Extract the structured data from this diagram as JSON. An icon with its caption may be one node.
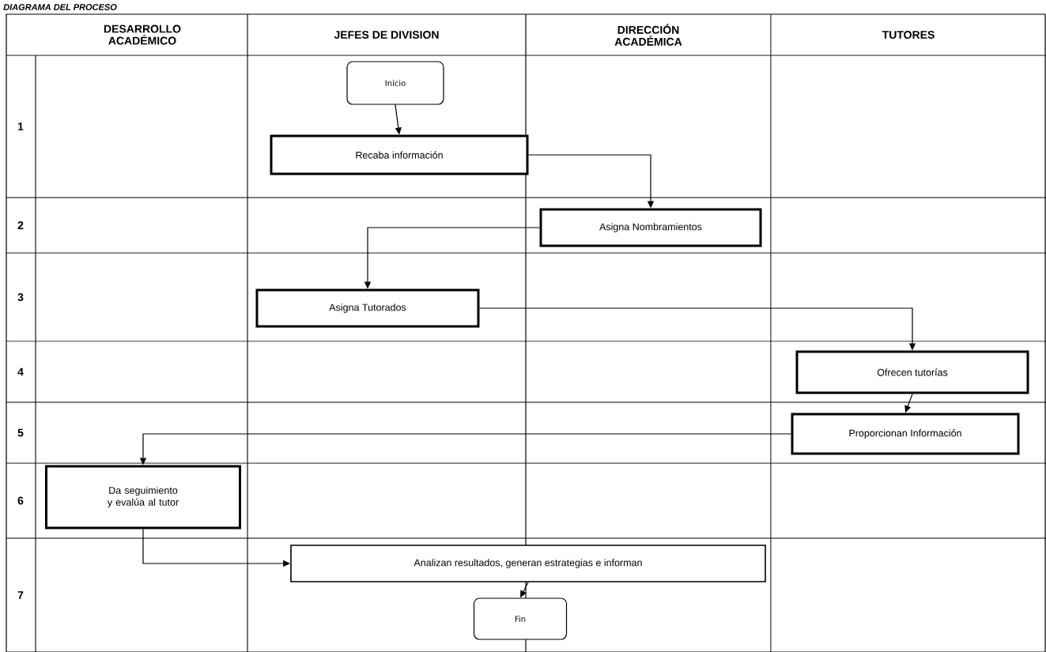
{
  "diagram": {
    "title": "DIAGRAMA DEL PROCESO",
    "nodes": [
      {
        "text": [
          "Inicio"
        ]
      },
      {
        "text": [
          "Recaba información"
        ]
      },
      {
        "text": [
          "Asigna Nombramientos"
        ]
      },
      {
        "text": [
          "Asigna Tutorados"
        ]
      },
      {
        "text": [
          "Ofrecen tutorías"
        ]
      },
      {
        "text": [
          "Proporcionan Información"
        ]
      },
      {
        "text": [
          "Da seguimiento y evalúa al tutor"
        ]
      },
      {
        "text": [
          "Analizan resultados, generan estrategias e informan"
        ]
      },
      {
        "text": [
          "Fin"
        ]
      }
    ],
    "edges": [
      {
        "from": 0,
        "to": 1,
        "arrow": "to"
      },
      {
        "from": 1,
        "to": 2,
        "arrow": "to"
      },
      {
        "from": 2,
        "to": 3,
        "arrow": "to"
      },
      {
        "from": 3,
        "to": 4,
        "arrow": "to"
      },
      {
        "from": 4,
        "to": 5,
        "arrow": "to"
      },
      {
        "from": 5,
        "to": 6,
        "arrow": "to"
      },
      {
        "from": 6,
        "to": 7,
        "arrow": "to"
      },
      {
        "from": 7,
        "to": 8,
        "arrow": "to"
      }
    ],
    "labels": [
      "DESARROLLO ACADÉMICO",
      "JEFES DE DIVISION",
      "DIRECCIÓN ACADÉMICA",
      "TUTORES",
      "1",
      "2",
      "3",
      "4",
      "5",
      "6",
      "7"
    ]
  }
}
